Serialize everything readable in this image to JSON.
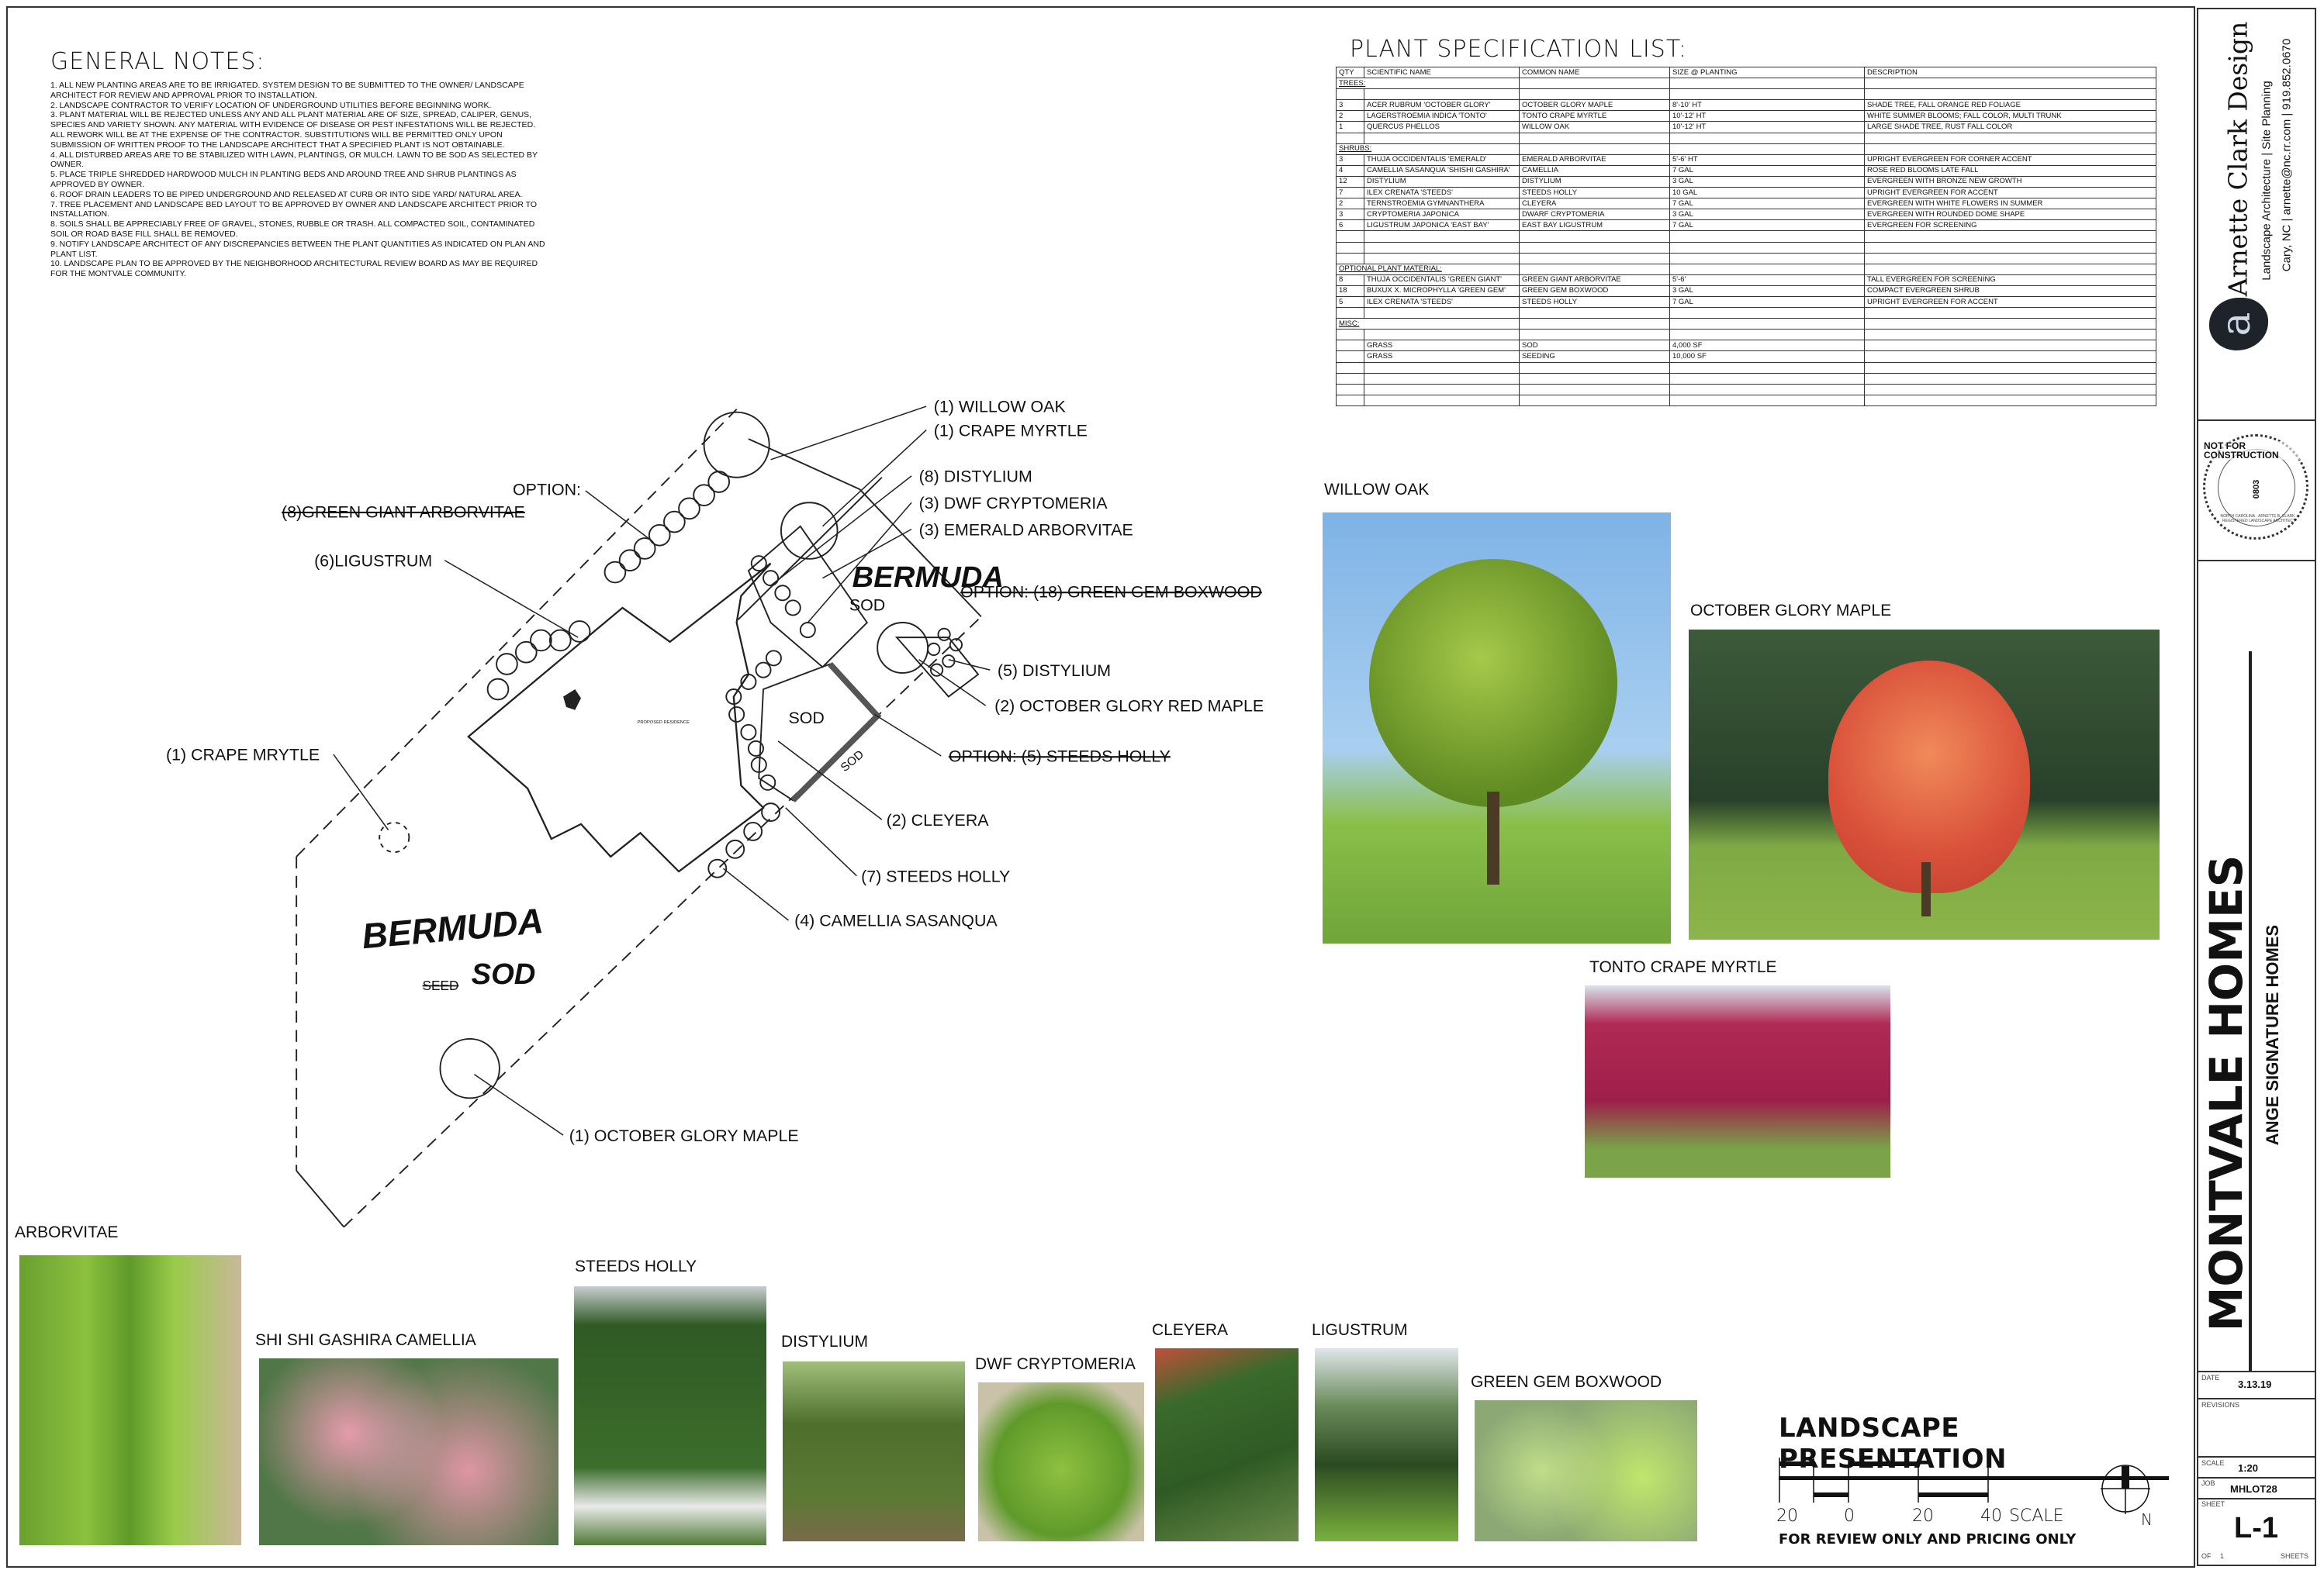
{
  "general_notes": {
    "title": "GENERAL NOTES:",
    "items": [
      "1. ALL NEW PLANTING AREAS ARE TO BE IRRIGATED. SYSTEM DESIGN TO BE SUBMITTED TO THE OWNER/ LANDSCAPE ARCHITECT FOR REVIEW AND APPROVAL PRIOR TO INSTALLATION.",
      "2. LANDSCAPE CONTRACTOR TO VERIFY LOCATION OF UNDERGROUND UTILITIES BEFORE BEGINNING WORK.",
      "3. PLANT MATERIAL WILL BE REJECTED UNLESS ANY AND ALL PLANT MATERIAL ARE OF SIZE, SPREAD, CALIPER, GENUS, SPECIES AND VARIETY SHOWN. ANY MATERIAL WITH EVIDENCE OF DISEASE OR PEST INFESTATIONS WILL BE REJECTED. ALL REWORK WILL BE AT THE EXPENSE OF THE CONTRACTOR. SUBSTITUTIONS WILL BE PERMITTED ONLY UPON SUBMISSION OF WRITTEN PROOF TO THE LANDSCAPE ARCHITECT THAT A SPECIFIED PLANT IS NOT OBTAINABLE.",
      "4. ALL DISTURBED AREAS ARE TO BE STABILIZED WITH LAWN, PLANTINGS, OR MULCH. LAWN TO BE SOD AS SELECTED BY OWNER.",
      "5. PLACE TRIPLE SHREDDED HARDWOOD MULCH IN PLANTING BEDS AND AROUND TREE AND SHRUB PLANTINGS AS APPROVED BY OWNER.",
      "6. ROOF DRAIN LEADERS TO BE PIPED UNDERGROUND AND RELEASED AT CURB OR INTO SIDE YARD/ NATURAL AREA.",
      "7. TREE PLACEMENT AND LANDSCAPE BED LAYOUT TO BE APPROVED BY OWNER AND LANDSCAPE ARCHITECT PRIOR TO INSTALLATION.",
      "8. SOILS SHALL BE APPRECIABLY FREE OF GRAVEL, STONES, RUBBLE OR TRASH. ALL COMPACTED SOIL, CONTAMINATED SOIL OR ROAD BASE FILL SHALL BE REMOVED.",
      "9. NOTIFY LANDSCAPE ARCHITECT OF ANY DISCREPANCIES BETWEEN THE PLANT QUANTITIES AS INDICATED ON PLAN AND PLANT LIST.",
      "10. LANDSCAPE PLAN TO BE APPROVED BY THE NEIGHBORHOOD ARCHITECTURAL REVIEW BOARD AS MAY BE REQUIRED FOR THE MONTVALE COMMUNITY."
    ]
  },
  "plant_list": {
    "title": "PLANT SPECIFICATION LIST:",
    "headers": [
      "QTY",
      "SCIENTIFIC NAME",
      "COMMON NAME",
      "SIZE @ PLANTING",
      "DESCRIPTION"
    ],
    "sections": {
      "trees": "TREES:",
      "shrubs": "SHRUBS:",
      "optional": "OPTIONAL PLANT MATERIAL:",
      "misc": "MISC:"
    },
    "trees": [
      [
        "3",
        "ACER RUBRUM 'OCTOBER GLORY'",
        "OCTOBER GLORY MAPLE",
        "8'-10' HT",
        "SHADE TREE, FALL ORANGE RED FOLIAGE"
      ],
      [
        "2",
        "LAGERSTROEMIA INDICA 'TONTO'",
        "TONTO CRAPE MYRTLE",
        "10'-12' HT",
        "WHITE SUMMER BLOOMS; FALL COLOR, MULTI TRUNK"
      ],
      [
        "1",
        "QUERCUS PHELLOS",
        "WILLOW OAK",
        "10'-12' HT",
        "LARGE SHADE TREE, RUST FALL COLOR"
      ]
    ],
    "shrubs": [
      [
        "3",
        "THUJA OCCIDENTALIS 'EMERALD'",
        "EMERALD ARBORVITAE",
        "5'-6' HT",
        "UPRIGHT EVERGREEN FOR CORNER ACCENT"
      ],
      [
        "4",
        "CAMELLIA SASANQUA 'SHISHI GASHIRA'",
        "CAMELLIA",
        "7 GAL",
        "ROSE RED BLOOMS LATE FALL"
      ],
      [
        "12",
        "DISTYLIUM",
        "DISTYLIUM",
        "3 GAL",
        "EVERGREEN WITH BRONZE NEW GROWTH"
      ],
      [
        "7",
        "ILEX CRENATA 'STEEDS'",
        "STEEDS HOLLY",
        "10 GAL",
        "UPRIGHT EVERGREEN FOR ACCENT"
      ],
      [
        "2",
        "TERNSTROEMIA GYMNANTHERA",
        "CLEYERA",
        "7 GAL",
        "EVERGREEN WITH WHITE FLOWERS IN SUMMER"
      ],
      [
        "3",
        "CRYPTOMERIA JAPONICA",
        "DWARF CRYPTOMERIA",
        "3 GAL",
        "EVERGREEN WITH ROUNDED DOME SHAPE"
      ],
      [
        "6",
        "LIGUSTRUM JAPONICA 'EAST BAY'",
        "EAST BAY LIGUSTRUM",
        "7 GAL",
        "EVERGREEN FOR SCREENING"
      ]
    ],
    "optional": [
      [
        "8",
        "THUJA OCCIDENTALIS 'GREEN GIANT'",
        "GREEN GIANT ARBORVITAE",
        "5'-6'",
        "TALL EVERGREEN FOR SCREENING"
      ],
      [
        "18",
        "BUXUX X. MICROPHYLLA 'GREEN GEM'",
        "GREEN GEM BOXWOOD",
        "3 GAL",
        "COMPACT EVERGREEN SHRUB"
      ],
      [
        "5",
        "ILEX CRENATA 'STEEDS'",
        "STEEDS HOLLY",
        "7 GAL",
        "UPRIGHT EVERGREEN FOR ACCENT"
      ]
    ],
    "misc": [
      [
        "",
        "GRASS",
        "SOD",
        "4,000 SF",
        ""
      ],
      [
        "",
        "GRASS",
        "SEEDING",
        "10,000 SF",
        ""
      ]
    ]
  },
  "plan": {
    "labels": {
      "willow_oak": "(1)  WILLOW OAK",
      "crape_myrtle_top": "(1)  CRAPE MYRTLE",
      "option": "OPTION:",
      "green_giant": "(8)GREEN GIANT ARBORVITAE",
      "distylium_8": "(8) DISTYLIUM",
      "dwf_cryptomeria": "(3) DWF CRYPTOMERIA",
      "emerald_arborvitae": "(3) EMERALD ARBORVITAE",
      "ligustrum": "(6)LIGUSTRUM",
      "bermuda_1": "BERMUDA",
      "sod_1": "SOD",
      "option_boxwood": "OPTION: (18) GREEN GEM BOXWOOD",
      "distylium_5": "(5) DISTYLIUM",
      "october_red_maple": "(2) OCTOBER GLORY RED MAPLE",
      "sod_2": "SOD",
      "crape_myrtle_left": "(1) CRAPE MRYTLE",
      "option_steeds": "OPTION: (5) STEEDS HOLLY",
      "sod_3": "SOD",
      "cleyera": "(2) CLEYERA",
      "steeds_holly": "(7) STEEDS HOLLY",
      "camellia": "(4) CAMELLIA SASANQUA",
      "bermuda_2": "BERMUDA",
      "seed": "SEED",
      "sod_4": "SOD",
      "october_maple": "(1) OCTOBER GLORY MAPLE",
      "residence": "PROPOSED RESIDENCE"
    }
  },
  "photos": {
    "willow_oak": "WILLOW OAK",
    "october_glory_maple": "OCTOBER GLORY MAPLE",
    "tonto_crape_myrtle": "TONTO CRAPE MYRTLE",
    "arborvitae": "ARBORVITAE",
    "camellia": "SHI SHI GASHIRA CAMELLIA",
    "steeds_holly": "STEEDS HOLLY",
    "distylium": "DISTYLIUM",
    "dwf_cryptomeria": "DWF CRYPTOMERIA",
    "cleyera": "CLEYERA",
    "ligustrum": "LIGUSTRUM",
    "green_gem_boxwood": "GREEN GEM BOXWOOD"
  },
  "presentation": {
    "title": "LANDSCAPE PRESENTATION",
    "scale_labels": [
      "20",
      "0",
      "20",
      "40"
    ],
    "scale_word": "SCALE",
    "north": "N",
    "review_note": "FOR REVIEW ONLY AND PRICING ONLY"
  },
  "title_block": {
    "company": "Arnette Clark Design",
    "tagline": "Landscape Architecture | Site Planning",
    "contact": "Cary, NC | arnette@nc.rr.com | 919.852.0670",
    "logo_letter": "a",
    "stamp": {
      "overlay": "NOT FOR CONSTRUCTION",
      "ring": "NORTH CAROLINA · ARNETTE B. CLARK · REGISTERED LANDSCAPE ARCHITECT",
      "number": "0803"
    },
    "project": "MONTVALE HOMES",
    "subtitle": "ANGE  SIGNATURE HOMES",
    "date_label": "DATE",
    "date": "3.13.19",
    "revisions_label": "REVISIONS",
    "scale_label": "SCALE",
    "scale": "1:20",
    "job_label": "JOB",
    "job": "MHLOT28",
    "sheet_label": "SHEET",
    "sheet": "L-1",
    "of_label": "OF",
    "of_count": "1",
    "sheets_label": "SHEETS"
  },
  "colors": {
    "ink": "#111111",
    "paper": "#ffffff",
    "logo": "#1e2329"
  }
}
